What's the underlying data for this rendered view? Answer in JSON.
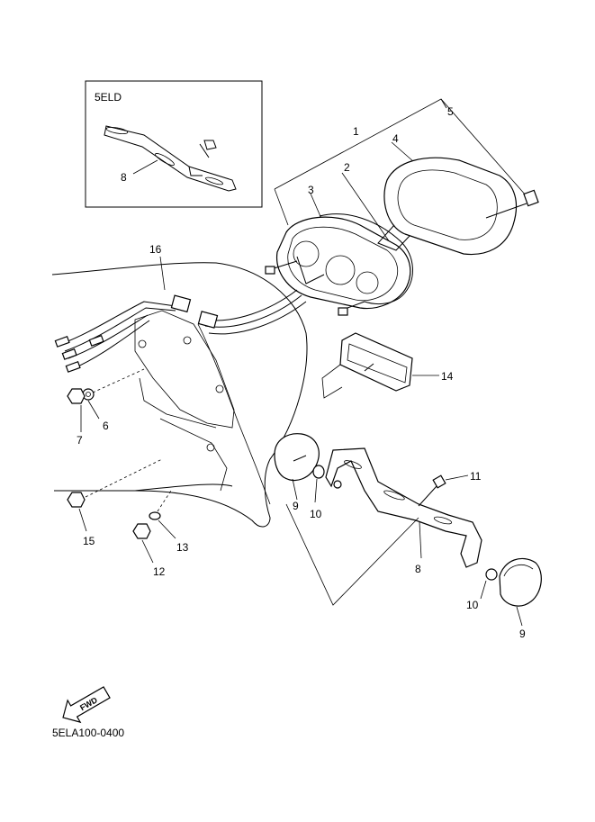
{
  "inset": {
    "title": "5ELD",
    "part": "8"
  },
  "callouts": {
    "c1": "1",
    "c2": "2",
    "c3": "3",
    "c4": "4",
    "c5": "5",
    "c6": "6",
    "c7": "7",
    "c8": "8",
    "c9a": "9",
    "c9b": "9",
    "c10a": "10",
    "c10b": "10",
    "c11": "11",
    "c12": "12",
    "c13": "13",
    "c14": "14",
    "c15": "15",
    "c16": "16"
  },
  "fwd_label": "FWD",
  "diagram_code": "5ELA100-0400"
}
